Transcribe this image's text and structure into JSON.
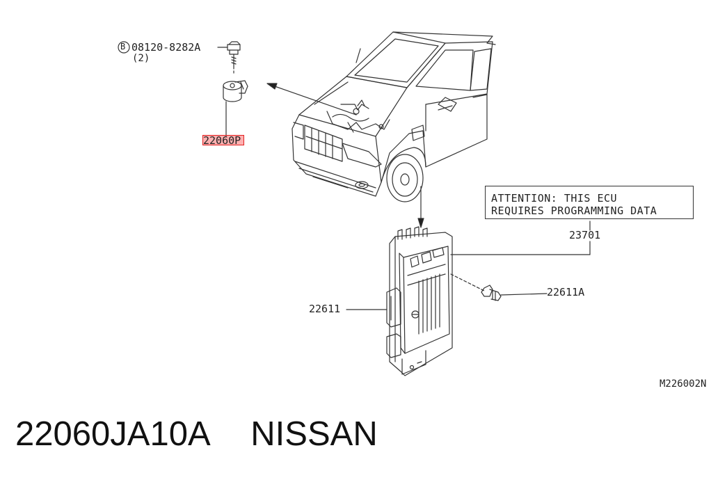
{
  "labels": {
    "bolt_part": "08120-8282A",
    "bolt_ref": "B",
    "bolt_qty": "(2)",
    "sensor_part": "22060P",
    "ecu_part": "23701",
    "bracket_part": "22611",
    "screw_part": "22611A",
    "diagram_code": "M226002N"
  },
  "note": {
    "line1": "ATTENTION: THIS ECU",
    "line2": "REQUIRES PROGRAMMING DATA"
  },
  "footer": {
    "part_number": "22060JA10A",
    "brand": "NISSAN"
  },
  "colors": {
    "line": "#333333",
    "highlight": "#e02020"
  }
}
